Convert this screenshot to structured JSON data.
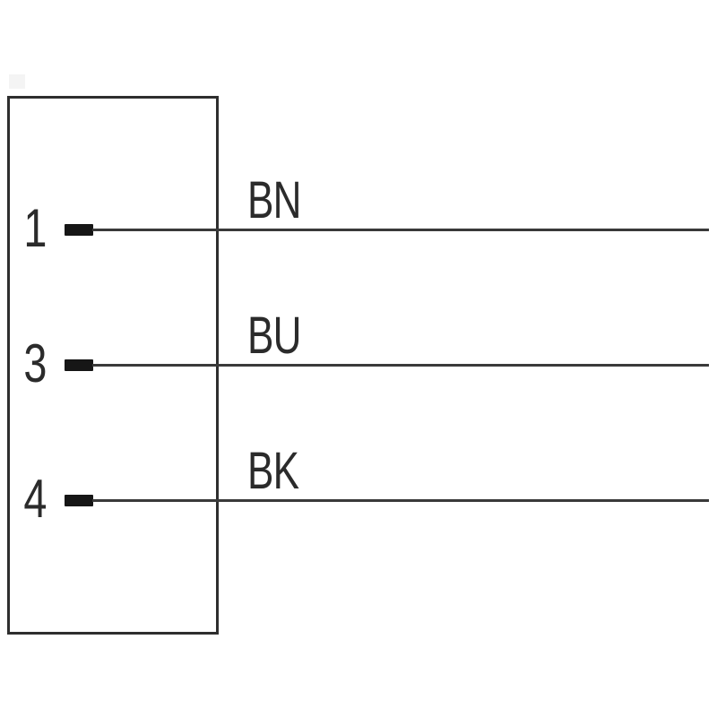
{
  "diagram": {
    "pins": [
      {
        "number": "1",
        "color_code": "BN"
      },
      {
        "number": "3",
        "color_code": "BU"
      },
      {
        "number": "4",
        "color_code": "BK"
      }
    ],
    "colors": {
      "line": "#2e2e2e",
      "terminal": "#161616",
      "text": "#2b2b2b",
      "background": "#ffffff"
    }
  }
}
